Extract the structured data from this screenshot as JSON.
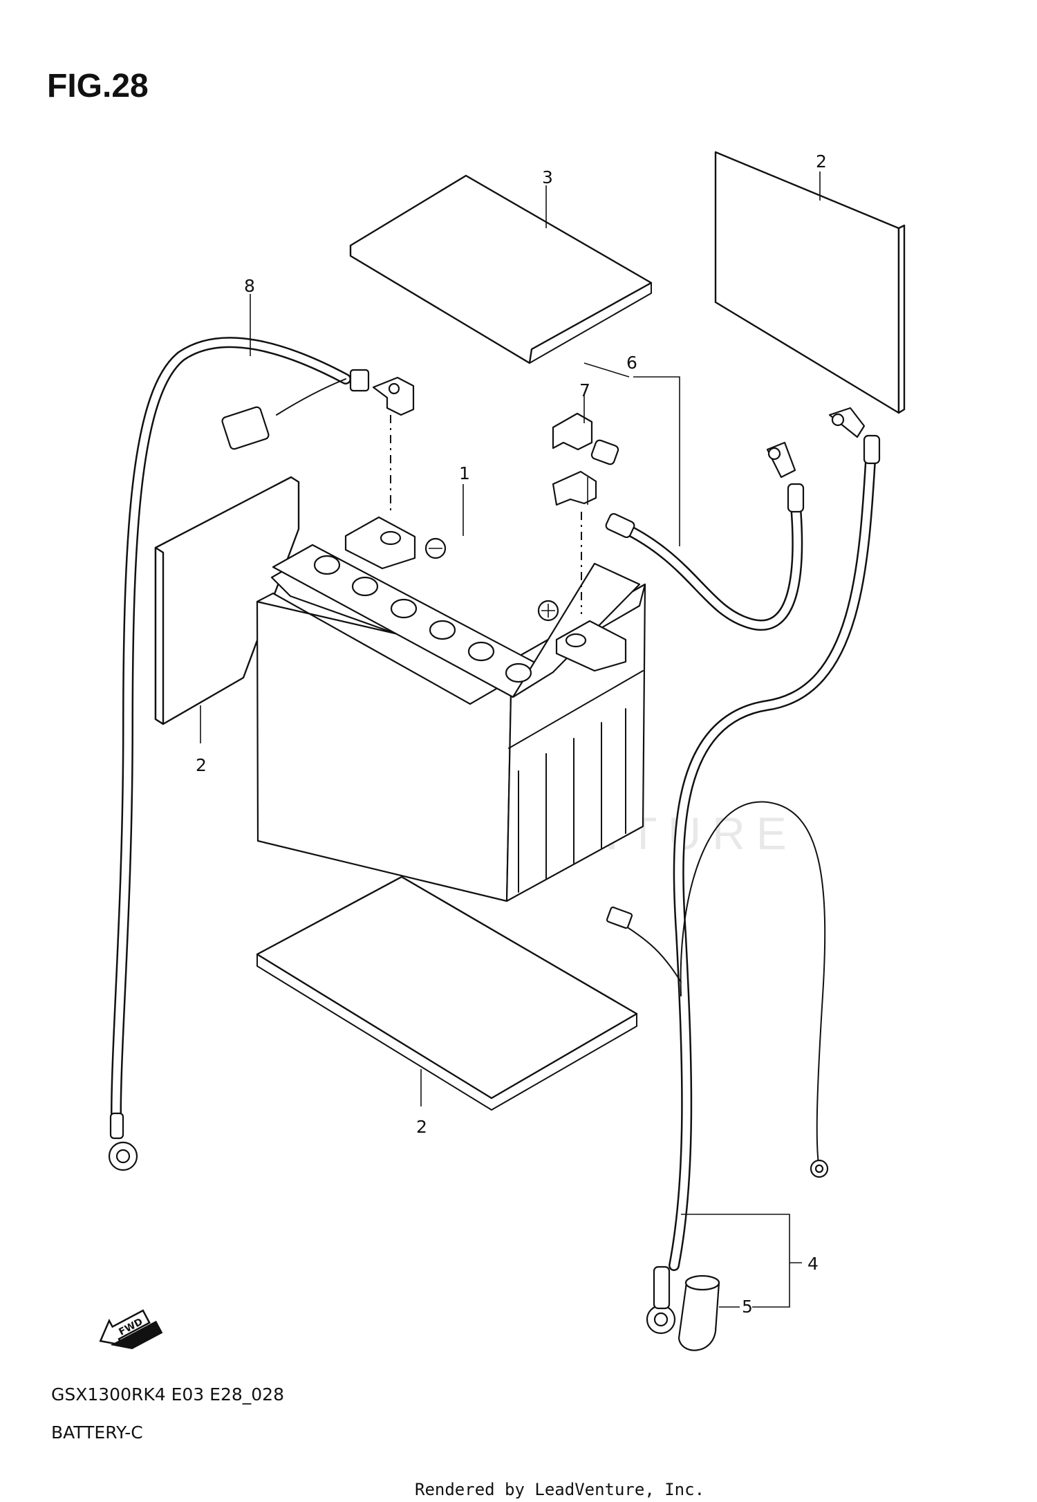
{
  "figure": {
    "title": "FIG.28",
    "model_code": "GSX1300RK4 E03 E28_028",
    "section_name": "BATTERY-C",
    "rendered_by": "Rendered by LeadVenture, Inc.",
    "watermark": "LEADVENTURE"
  },
  "callouts": [
    {
      "id": "1",
      "label": "1"
    },
    {
      "id": "2a",
      "label": "2"
    },
    {
      "id": "2b",
      "label": "2"
    },
    {
      "id": "2c",
      "label": "2"
    },
    {
      "id": "3",
      "label": "3"
    },
    {
      "id": "4",
      "label": "4"
    },
    {
      "id": "5",
      "label": "5"
    },
    {
      "id": "6",
      "label": "6"
    },
    {
      "id": "7",
      "label": "7"
    },
    {
      "id": "8",
      "label": "8"
    }
  ],
  "fwd_arrow": {
    "label": "FWD",
    "icon": "fwd-arrow-icon"
  }
}
